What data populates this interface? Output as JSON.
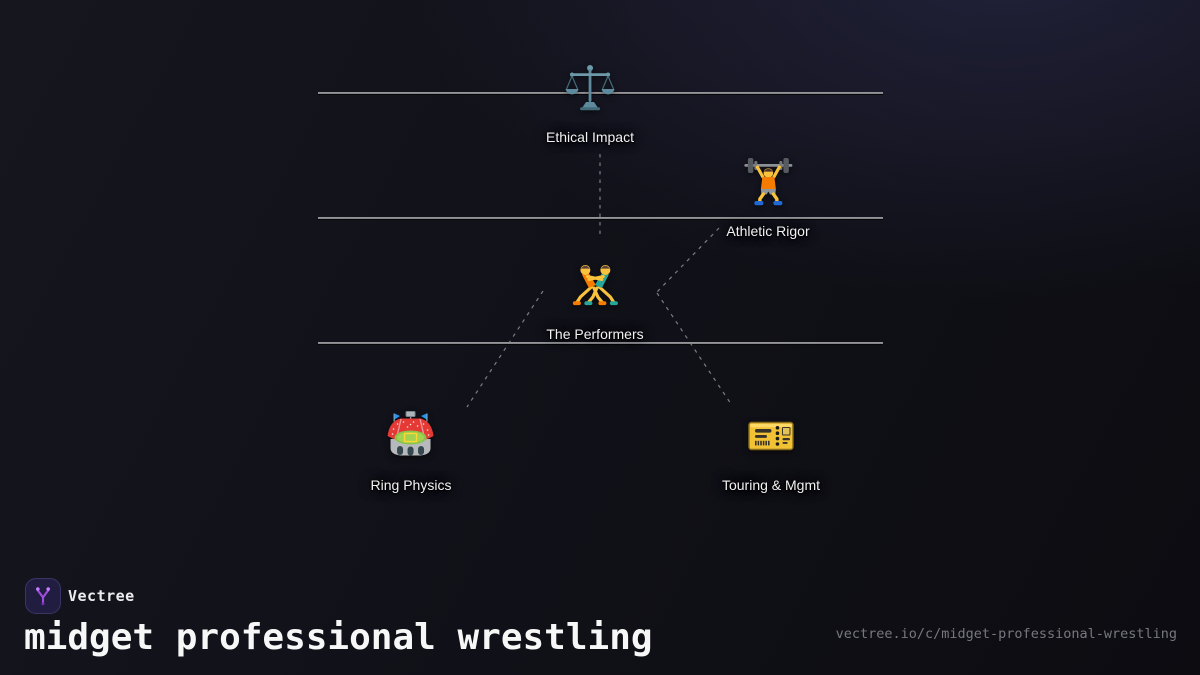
{
  "diagram": {
    "nodes": [
      {
        "id": "ethical-impact",
        "label": "Ethical Impact",
        "icon": "balance-scale-icon"
      },
      {
        "id": "athletic-rigor",
        "label": "Athletic Rigor",
        "icon": "weightlifter-icon"
      },
      {
        "id": "the-performers",
        "label": "The Performers",
        "icon": "wrestlers-icon"
      },
      {
        "id": "ring-physics",
        "label": "Ring Physics",
        "icon": "stadium-icon"
      },
      {
        "id": "touring-mgmt",
        "label": "Touring & Mgmt",
        "icon": "admission-tickets-icon"
      }
    ],
    "edges": [
      {
        "from": "ethical-impact",
        "to": "the-performers",
        "style": "dashed"
      },
      {
        "from": "athletic-rigor",
        "to": "the-performers",
        "style": "dashed"
      },
      {
        "from": "the-performers",
        "to": "ring-physics",
        "style": "dashed"
      },
      {
        "from": "the-performers",
        "to": "touring-mgmt",
        "style": "dashed"
      }
    ],
    "tier_line_count": 3
  },
  "footer": {
    "brand": "Vectree",
    "title": "midget professional wrestling",
    "url": "vectree.io/c/midget-professional-wrestling"
  },
  "colors": {
    "background_top": "#191927",
    "background_bottom": "#0c0c11",
    "tier_line": "#8f8f94",
    "edge_dash": "#8f8f96",
    "node_label": "#f2f2f3",
    "logo_background": "#211d41",
    "logo_accent": "#9d4edd",
    "brand_text": "#ededf0",
    "title_text": "#f7f7f8",
    "url_text": "#77787f"
  }
}
